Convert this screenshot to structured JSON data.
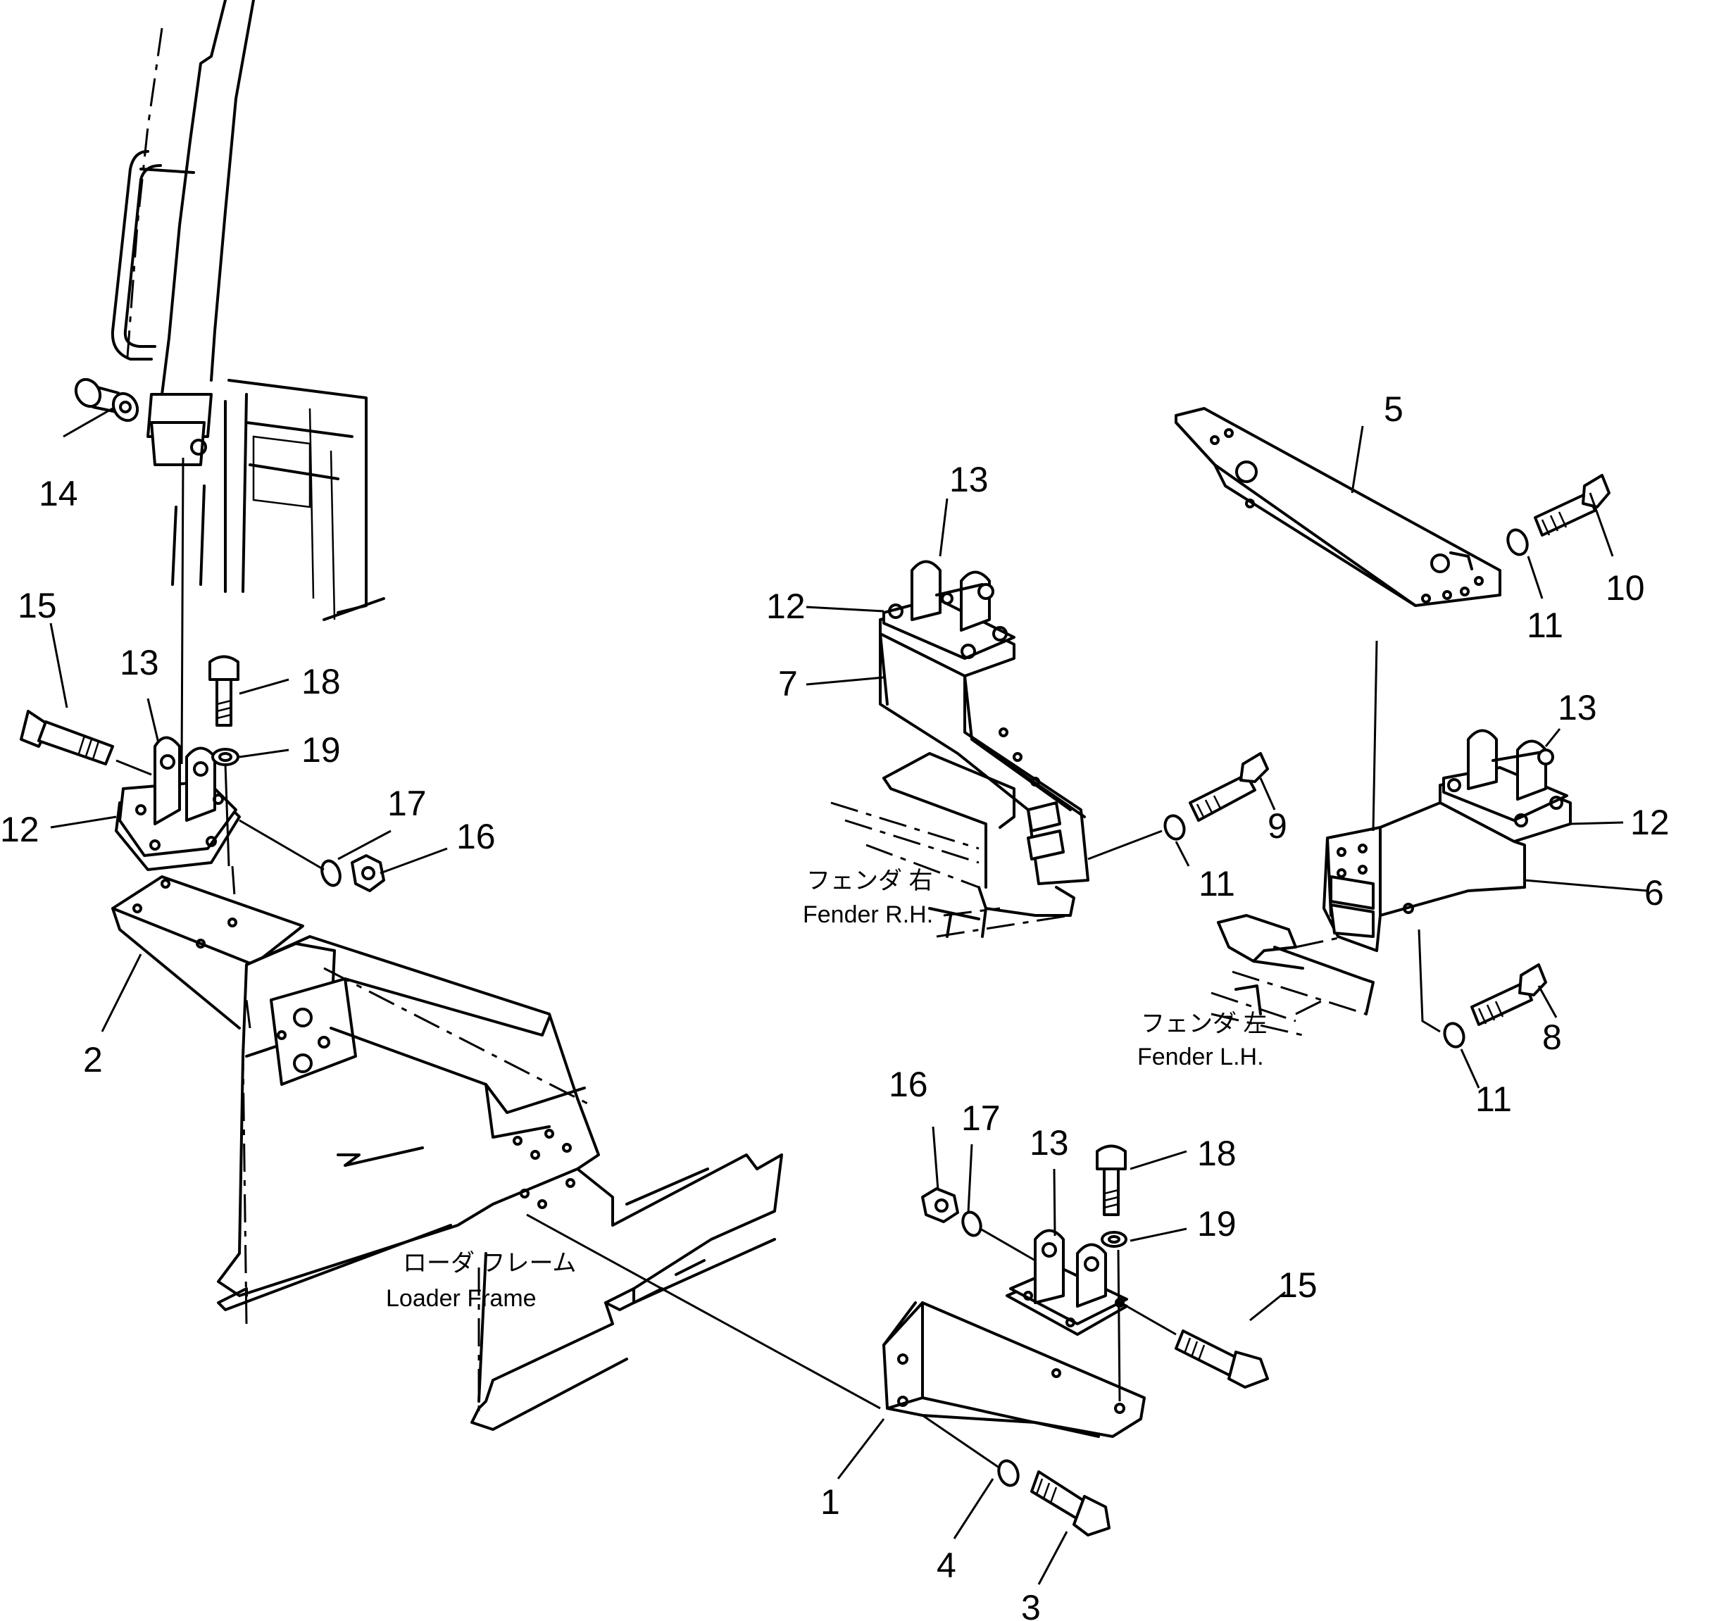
{
  "parts": [
    {
      "num": "1"
    },
    {
      "num": "2"
    },
    {
      "num": "3"
    },
    {
      "num": "4"
    },
    {
      "num": "5"
    },
    {
      "num": "6"
    },
    {
      "num": "7"
    },
    {
      "num": "8"
    },
    {
      "num": "9"
    },
    {
      "num": "10"
    },
    {
      "num": "11"
    },
    {
      "num": "12"
    },
    {
      "num": "13"
    },
    {
      "num": "14"
    },
    {
      "num": "15"
    },
    {
      "num": "16"
    },
    {
      "num": "17"
    },
    {
      "num": "18"
    },
    {
      "num": "19"
    }
  ],
  "captions": {
    "fender_rh_jp": "フェンダ 右",
    "fender_rh_en": "Fender R.H.",
    "fender_lh_jp": "フェンダ 左",
    "fender_lh_en": "Fender L.H.",
    "loader_frame_jp": "ローダ フレーム",
    "loader_frame_en": "Loader Frame"
  }
}
